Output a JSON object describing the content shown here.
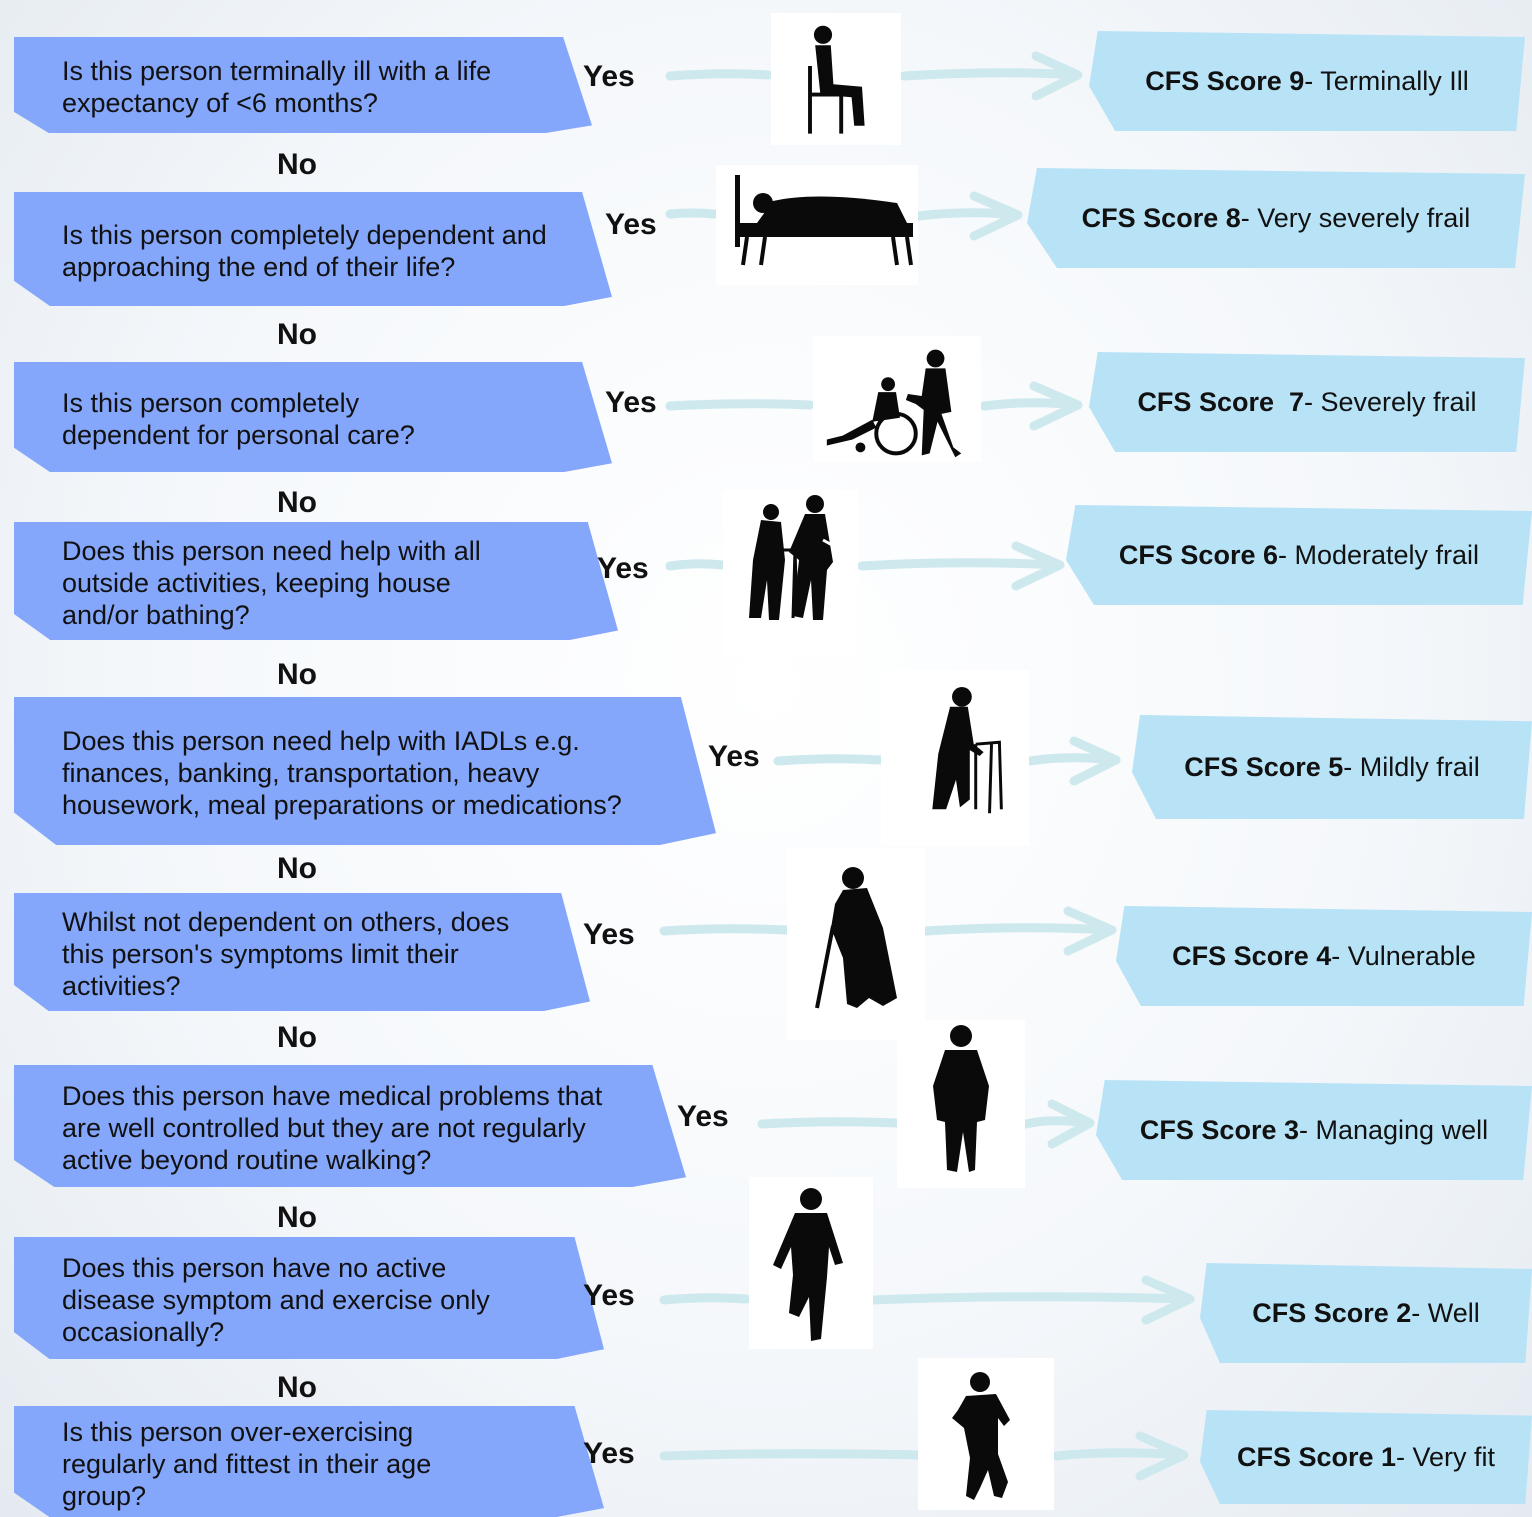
{
  "answers": {
    "yes": "Yes",
    "no": "No"
  },
  "rows": [
    {
      "question": "Is this person terminally ill with a life expectancy of <6 months?",
      "score_label": "CFS Score 9",
      "score_desc": " - Terminally Ill",
      "icon": "person-sitting-icon"
    },
    {
      "question": "Is this person completely dependent and approaching the end of their life?",
      "score_label": "CFS Score 8",
      "score_desc": " - Very severely frail",
      "icon": "person-lying-in-bed-icon"
    },
    {
      "question": "Is this person completely dependent for personal care?",
      "score_label": "CFS Score  7",
      "score_desc": " - Severely frail",
      "icon": "person-in-wheelchair-icon"
    },
    {
      "question": "Does this person need help with all outside activities, keeping house and/or bathing?",
      "score_label": "CFS Score 6",
      "score_desc": " - Moderately frail",
      "icon": "person-assisted-walker-icon"
    },
    {
      "question": "Does this person need help with IADLs e.g.  finances, banking, transportation, heavy housework, meal preparations or medications?",
      "score_label": "CFS Score 5",
      "score_desc": " - Mildly frail",
      "icon": "person-with-walker-icon"
    },
    {
      "question": "Whilst not dependent on others, does this person's symptoms limit their activities?",
      "score_label": "CFS Score 4",
      "score_desc": " - Vulnerable",
      "icon": "person-with-cane-icon"
    },
    {
      "question": "Does this person have medical problems that are well controlled but they are not regularly active beyond routine walking?",
      "score_label": "CFS Score 3",
      "score_desc": " - Managing well",
      "icon": "person-standing-icon"
    },
    {
      "question": "Does this person have no active disease symptom and exercise only occasionally?",
      "score_label": "CFS Score 2",
      "score_desc": " - Well",
      "icon": "person-walking-icon"
    },
    {
      "question": "Is this person over-exercising regularly and fittest in their age group?",
      "score_label": "CFS Score 1",
      "score_desc": " - Very fit",
      "icon": "person-running-icon"
    }
  ],
  "colors": {
    "question_fill": "#84a6fb",
    "score_fill": "#b8e3f7",
    "arrow": "#cde9ee",
    "silhouette": "#0a0a0a"
  }
}
